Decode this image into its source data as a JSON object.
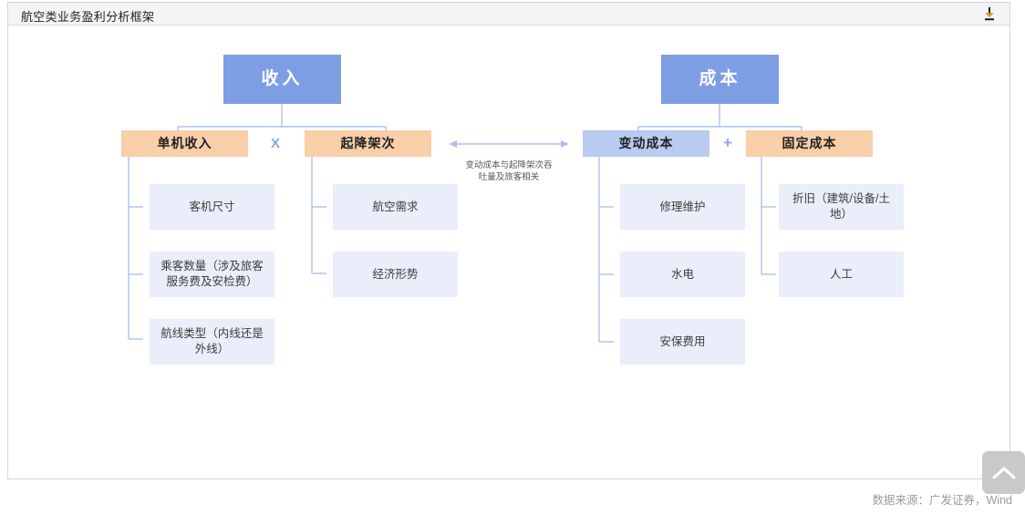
{
  "window": {
    "title": "航空类业务盈利分析框架",
    "download_icon": "download-icon"
  },
  "diagram": {
    "revenue": {
      "label": "收入",
      "operator": "X",
      "branches": [
        {
          "label": "单机收入",
          "style": "orange",
          "children": [
            "客机尺寸",
            "乘客数量（涉及旅客服务费及安检费）",
            "航线类型（内线还是外线）"
          ]
        },
        {
          "label": "起降架次",
          "style": "orange",
          "children": [
            "航空需求",
            "经济形势"
          ]
        }
      ]
    },
    "cost": {
      "label": "成本",
      "operator": "+",
      "branches": [
        {
          "label": "变动成本",
          "style": "blue",
          "children": [
            "修理维护",
            "水电",
            "安保费用"
          ]
        },
        {
          "label": "固定成本",
          "style": "orange",
          "children": [
            "折旧（建筑/设备/土地）",
            "人工"
          ]
        }
      ]
    },
    "link_note": "变动成本与起降架次吞\n吐量及旅客相关",
    "link_note_line1": "变动成本与起降架次吞",
    "link_note_line2": "吐量及旅客相关"
  },
  "footer": {
    "source": "数据来源：广发证券，Wind"
  },
  "back_to_top": {
    "icon": "chevron-up-icon"
  },
  "colors": {
    "level1_box": "#7e9ee3",
    "orange_box": "#f8cfa9",
    "blue_box": "#b8cbf0",
    "leaf_box": "#e9eefa",
    "connector": "#9cb8e8",
    "operator": "#8aa7dd",
    "titlebar": "#f4f4f4",
    "source_text": "#9b9b9b"
  }
}
